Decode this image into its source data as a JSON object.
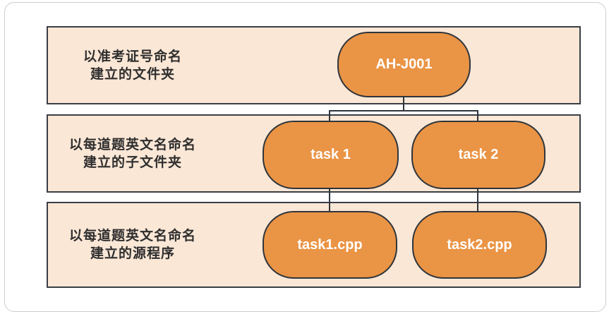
{
  "diagram": {
    "rows": [
      {
        "label_line1": "以准考证号命名",
        "label_line2": "建立的文件夹",
        "nodes": [
          {
            "label": "AH-J001"
          }
        ]
      },
      {
        "label_line1": "以每道题英文名命名",
        "label_line2": "建立的子文件夹",
        "nodes": [
          {
            "label": "task 1"
          },
          {
            "label": "task 2"
          }
        ]
      },
      {
        "label_line1": "以每道题英文名命名",
        "label_line2": "建立的源程序",
        "nodes": [
          {
            "label": "task1.cpp"
          },
          {
            "label": "task2.cpp"
          }
        ]
      }
    ],
    "colors": {
      "band_fill": "#FBE7D6",
      "band_border": "#3A3F45",
      "node_fill": "#EA9445",
      "node_border": "#2F353B",
      "node_text": "#FFFFFF",
      "label_text": "#2E2E2E",
      "connector": "#2F353B",
      "page_background": "#FFFFFF"
    }
  }
}
